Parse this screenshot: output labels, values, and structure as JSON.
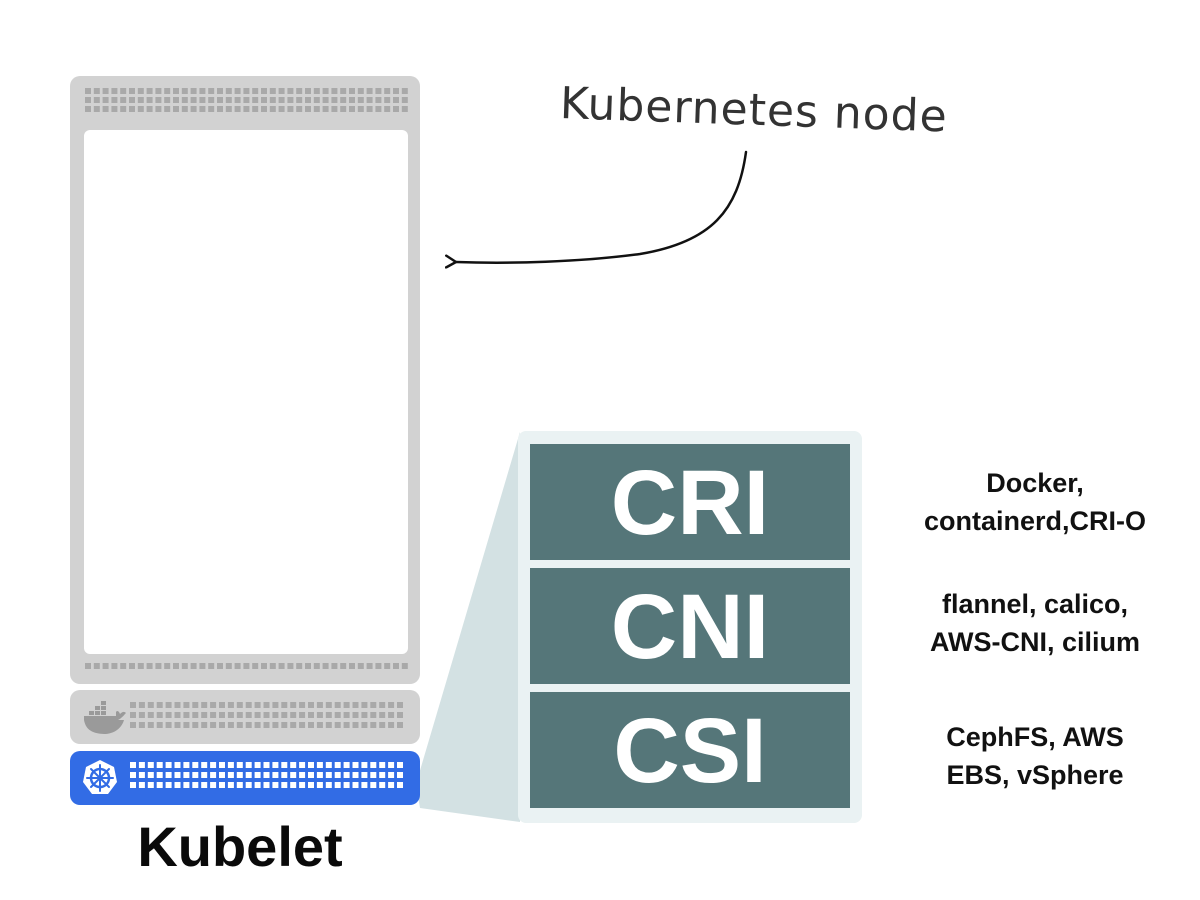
{
  "node_annotation": "Kubernetes node",
  "kubelet_label": "Kubelet",
  "interfaces": [
    {
      "label": "CRI",
      "implementations": [
        "Docker,",
        "containerd,CRI-O"
      ]
    },
    {
      "label": "CNI",
      "implementations": [
        "flannel, calico,",
        "AWS-CNI, cilium"
      ]
    },
    {
      "label": "CSI",
      "implementations": [
        "CephFS, AWS",
        "EBS, vSphere"
      ]
    }
  ],
  "icons": {
    "runtime_slot": "docker-whale-icon",
    "kubelet_slot": "kubernetes-helm-icon"
  },
  "colors": {
    "server_frame": "#d2d2d2",
    "vent_dots": "#a9a9a9",
    "kubelet_blue": "#326ce5",
    "interface_block": "#557679",
    "zoom_projection": "#d3e1e3",
    "zoom_panel": "#eaf2f3",
    "text": "#111111"
  }
}
